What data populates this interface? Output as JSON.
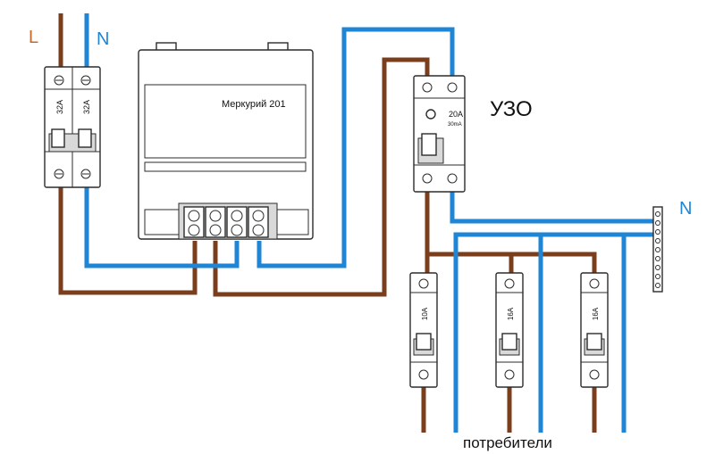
{
  "labels": {
    "phase": "L",
    "neutral_top": "N",
    "neutral_right": "N",
    "meter_name": "Меркурий 201",
    "rcd": "УЗО",
    "consumers": "потребители"
  },
  "devices": {
    "main_breaker_left": "32A",
    "main_breaker_right": "32A",
    "rcd_rating": "20A",
    "rcd_leak": "30mA",
    "breaker_1": "10A",
    "breaker_2": "16A",
    "breaker_3": "16A"
  },
  "colors": {
    "phase_wire": "#7a3e1d",
    "neutral_wire": "#1f86d6"
  }
}
